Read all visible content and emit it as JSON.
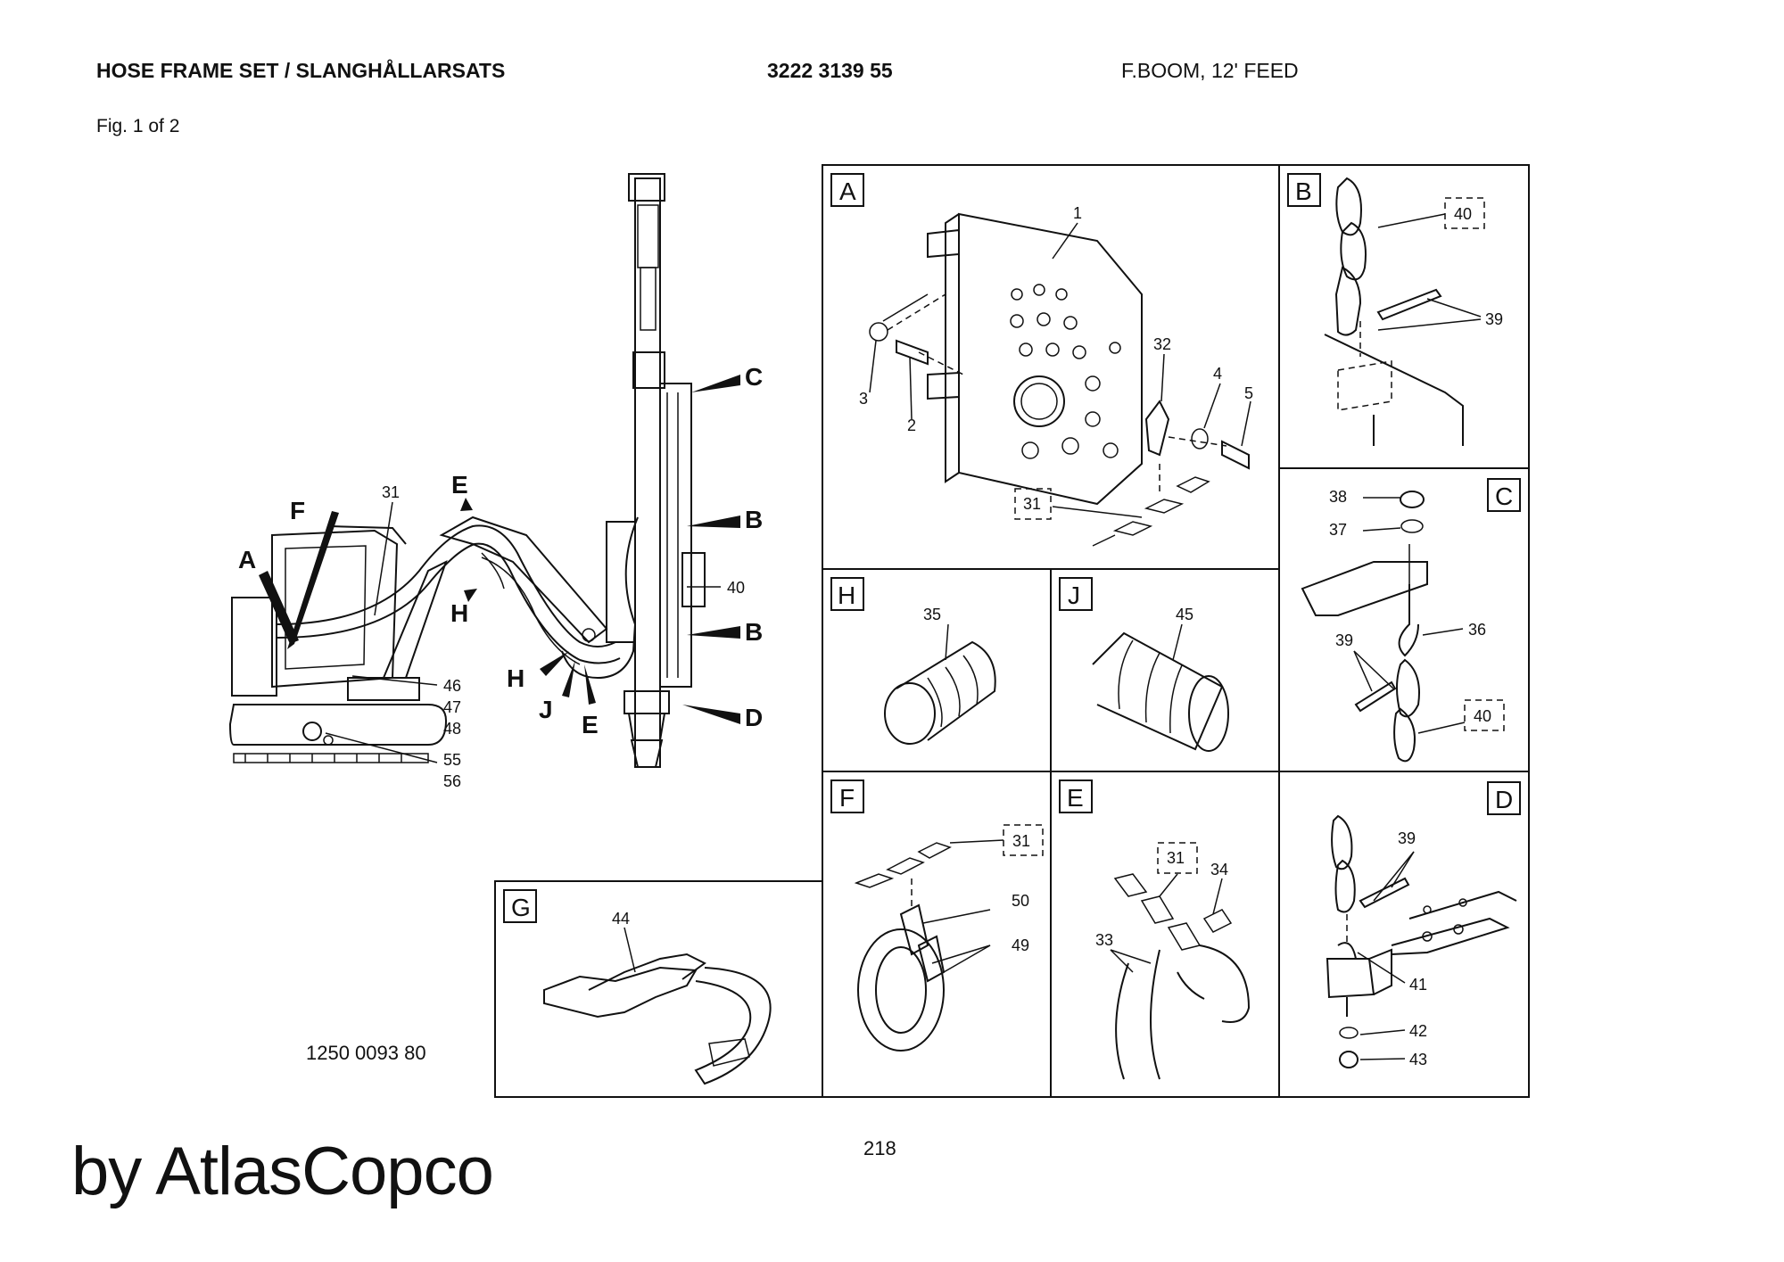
{
  "header": {
    "title": "HOSE FRAME SET / SLANGHÅLLARSATS",
    "part_number": "3222 3139 55",
    "model": "F.BOOM, 12' FEED"
  },
  "figure": "Fig. 1 of 2",
  "drawing_number": "1250 0093 80",
  "page_number": "218",
  "brand": "by AtlasCopco",
  "overview_labels": {
    "A": "A",
    "F": "F",
    "E1": "E",
    "H1": "H",
    "C": "C",
    "B1": "B",
    "B2": "B",
    "D": "D",
    "H2": "H",
    "J": "J",
    "E2": "E",
    "n31": "31",
    "n40": "40",
    "n46": "46",
    "n47": "47",
    "n48": "48",
    "n55": "55",
    "n56": "56"
  },
  "panels": {
    "A": {
      "letter": "A",
      "p1": "1",
      "p2": "2",
      "p3": "3",
      "p4": "4",
      "p5": "5",
      "p31": "31",
      "p32": "32"
    },
    "B": {
      "letter": "B",
      "p40": "40",
      "p39": "39"
    },
    "C": {
      "letter": "C",
      "p38": "38",
      "p37": "37",
      "p36": "36",
      "p39": "39",
      "p40": "40"
    },
    "H": {
      "letter": "H",
      "p35": "35"
    },
    "J": {
      "letter": "J",
      "p45": "45"
    },
    "F": {
      "letter": "F",
      "p31": "31",
      "p50": "50",
      "p49": "49"
    },
    "E": {
      "letter": "E",
      "p31": "31",
      "p34": "34",
      "p33": "33"
    },
    "D": {
      "letter": "D",
      "p39": "39",
      "p41": "41",
      "p42": "42",
      "p43": "43"
    },
    "G": {
      "letter": "G",
      "p44": "44"
    }
  }
}
